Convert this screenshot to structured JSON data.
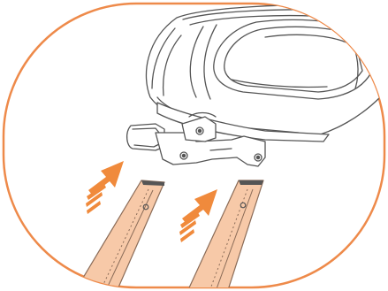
{
  "illustration": {
    "subject": "seat-base-with-two-slide-rails",
    "colors": {
      "frame": "#ee8a4a",
      "arrow": "#f08a3c",
      "rail_fill": "#f7c9a8",
      "rail_stroke": "#8a6b57",
      "line_art": "#555555",
      "background": "#ffffff"
    },
    "arrows": [
      {
        "id": "left",
        "direction": "up-right"
      },
      {
        "id": "right",
        "direction": "up-right"
      }
    ],
    "rails": [
      {
        "id": "left"
      },
      {
        "id": "right"
      }
    ]
  }
}
